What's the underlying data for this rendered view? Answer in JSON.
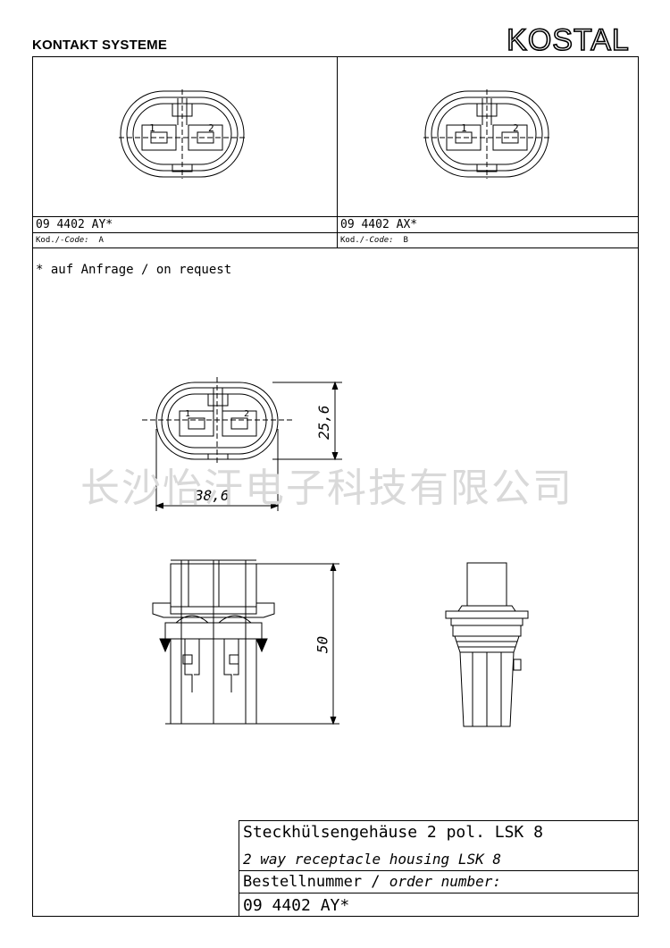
{
  "header": {
    "company_label": "KONTAKT SYSTEME",
    "logo_text": "KOSTAL"
  },
  "variants": [
    {
      "part_number": "09 4402 AY*",
      "code_label_de": "Kod./",
      "code_label_en": "-Code:",
      "code_value": "A"
    },
    {
      "part_number": "09 4402 AX*",
      "code_label_de": "Kod./",
      "code_label_en": "-Code:",
      "code_value": "B"
    }
  ],
  "note": "* auf Anfrage / on request",
  "dimensions": {
    "width": "38,6",
    "height": "25,6",
    "length": "50"
  },
  "watermark": "长沙怡汗电子科技有限公司",
  "title_block": {
    "title_de": "Steckhülsengehäuse 2 pol. LSK 8",
    "title_en": "2 way receptacle housing LSK 8",
    "order_label_de": "Bestellnummer /",
    "order_label_en": "order number:",
    "order_number": "09 4402 AY*"
  }
}
